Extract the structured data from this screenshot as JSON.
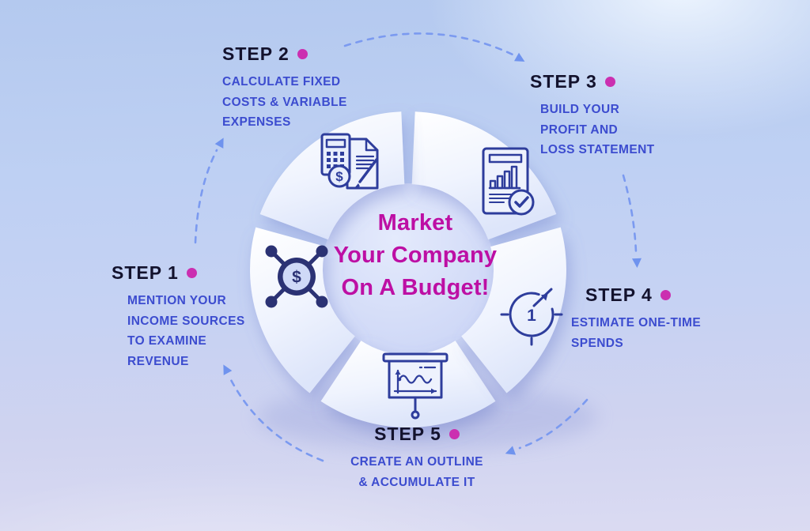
{
  "center_title": {
    "line1": "Market",
    "line2": "Your Company",
    "line3": "On A Budget!"
  },
  "steps": [
    {
      "id": "step1",
      "label": "STEP 1",
      "icon": "money-distribution-icon",
      "lines": [
        "MENTION YOUR",
        "INCOME SOURCES",
        "TO EXAMINE",
        "REVENUE"
      ]
    },
    {
      "id": "step2",
      "label": "STEP 2",
      "icon": "calculator-document-icon",
      "lines": [
        "CALCULATE FIXED",
        "COSTS & VARIABLE",
        "EXPENSES"
      ]
    },
    {
      "id": "step3",
      "label": "STEP 3",
      "icon": "report-checkmark-icon",
      "lines": [
        "BUILD YOUR",
        "PROFIT AND",
        "LOSS STATEMENT"
      ]
    },
    {
      "id": "step4",
      "label": "STEP 4",
      "icon": "one-time-timer-icon",
      "lines": [
        "ESTIMATE ONE-TIME",
        "SPENDS"
      ]
    },
    {
      "id": "step5",
      "label": "STEP 5",
      "icon": "presentation-chart-icon",
      "lines": [
        "CREATE AN OUTLINE",
        "& ACCUMULATE IT"
      ]
    }
  ],
  "flow_arrows": [
    "step1-to-step2",
    "step2-to-step3",
    "step3-to-step4",
    "step4-to-step5",
    "step5-to-step1"
  ],
  "icon_glyphs": {
    "step1": "dollar-coin-with-four-spokes",
    "step2": "calculator-document-coin-pencil",
    "step3": "report-bar-chart-checkmark",
    "step4": "circular-arrow-number-1",
    "step5": "presentation-board-wave-chart"
  },
  "colors": {
    "accent_magenta_text": "#bd0fa4",
    "accent_magenta_dot": "#cb2fb0",
    "title_navy": "#13122d",
    "body_blue": "#3c4ccf",
    "icon_indigo": "#2e3d9c",
    "icon_dark_fill": "#2b3274",
    "arrow_blue": "#7b9af0",
    "segment_white": "#ffffff",
    "background_top": "#b4c9ef",
    "background_bottom": "#dbdbf2"
  }
}
